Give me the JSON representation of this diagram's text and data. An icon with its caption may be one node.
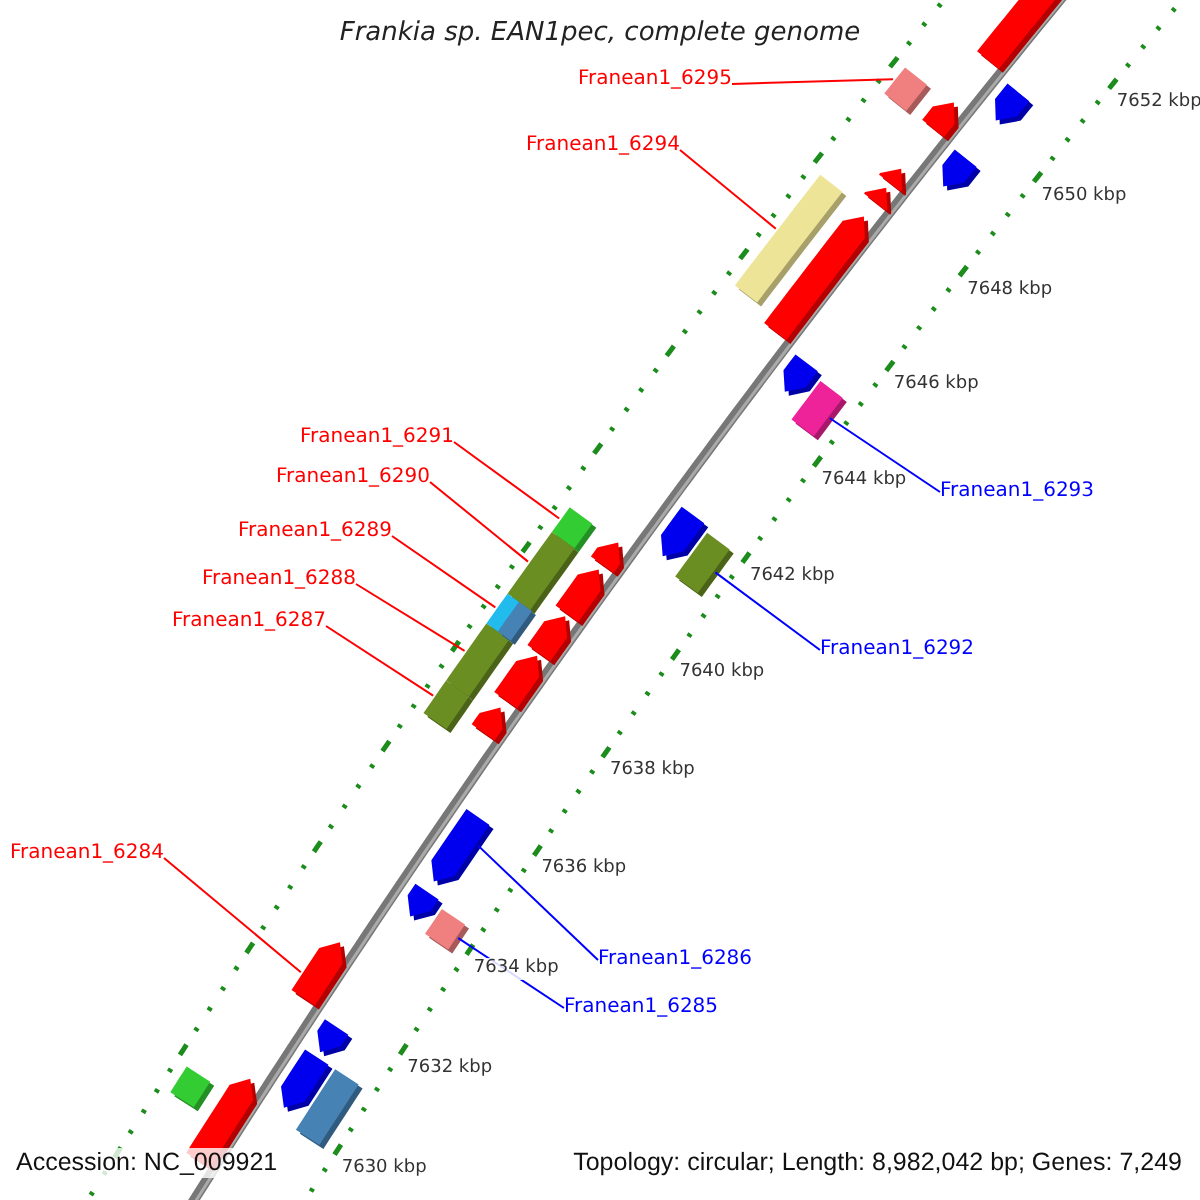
{
  "diagram": {
    "title": "Frankia sp. EAN1pec, complete genome",
    "nodes": [
      {
        "text": [
          "Franean1_6295"
        ]
      },
      {
        "text": [
          "Franean1_6294"
        ]
      },
      {
        "text": [
          "Franean1_6291"
        ]
      },
      {
        "text": [
          "Franean1_6290"
        ]
      },
      {
        "text": [
          "Franean1_6293"
        ]
      },
      {
        "text": [
          "Franean1_6289"
        ]
      },
      {
        "text": [
          "Franean1_6288"
        ]
      },
      {
        "text": [
          "Franean1_6287"
        ]
      },
      {
        "text": [
          "Franean1_6292"
        ]
      },
      {
        "text": [
          "Franean1_6284"
        ]
      },
      {
        "text": [
          "Franean1_6286"
        ]
      },
      {
        "text": [
          "Franean1_6285"
        ]
      },
      {
        "text": [],
        "shape": "box"
      },
      {
        "text": [],
        "shape": "box"
      },
      {
        "text": [],
        "shape": "box"
      },
      {
        "text": [],
        "shape": "box"
      },
      {
        "text": [],
        "shape": "box"
      },
      {
        "text": [],
        "shape": "box"
      },
      {
        "text": [],
        "shape": "box"
      },
      {
        "text": [],
        "shape": "box"
      },
      {
        "text": [],
        "shape": "box"
      },
      {
        "text": [],
        "shape": "arrow"
      },
      {
        "text": [],
        "shape": "arrow"
      },
      {
        "text": [],
        "shape": "box"
      },
      {
        "text": [],
        "shape": "arrow"
      },
      {
        "text": [],
        "shape": "arrow"
      },
      {
        "text": [],
        "shape": "arrow"
      },
      {
        "text": [],
        "shape": "arrow"
      },
      {
        "text": [],
        "shape": "arrow"
      },
      {
        "text": [],
        "shape": "arrow"
      },
      {
        "text": [],
        "shape": "arrow"
      },
      {
        "text": [],
        "shape": "arrow"
      },
      {
        "text": [],
        "shape": "arrow"
      },
      {
        "text": [],
        "shape": "box"
      },
      {
        "text": [],
        "shape": "arrow"
      },
      {
        "text": [],
        "shape": "arrow"
      },
      {
        "text": [],
        "shape": "arrow"
      },
      {
        "text": [],
        "shape": "arrow"
      },
      {
        "text": [],
        "shape": "arrow"
      },
      {
        "text": [],
        "shape": "arrow"
      },
      {
        "text": [],
        "shape": "arrow"
      },
      {
        "text": [],
        "shape": "arrow"
      },
      {
        "text": [],
        "shape": "box"
      },
      {
        "text": [],
        "shape": "arrow"
      },
      {
        "text": [],
        "shape": "box"
      }
    ],
    "edges": [
      {
        "from": 0,
        "to": 12,
        "arrow": "none"
      },
      {
        "from": 1,
        "to": 13,
        "arrow": "none"
      },
      {
        "from": 2,
        "to": 14,
        "arrow": "none"
      },
      {
        "from": 3,
        "to": 15,
        "arrow": "none"
      },
      {
        "from": 4,
        "to": 19,
        "arrow": "none",
        "color": "#0000ff"
      },
      {
        "from": 5,
        "to": 16,
        "arrow": "none"
      },
      {
        "from": 6,
        "to": 17,
        "arrow": "none"
      },
      {
        "from": 7,
        "to": 18,
        "arrow": "none"
      },
      {
        "from": 8,
        "to": 20,
        "arrow": "none",
        "color": "#0000ff"
      },
      {
        "from": 9,
        "to": 21,
        "arrow": "none"
      },
      {
        "from": 10,
        "to": 22,
        "arrow": "none",
        "color": "#0000ff"
      },
      {
        "from": 11,
        "to": 23,
        "arrow": "none",
        "color": "#0000ff"
      }
    ],
    "labels": [
      "7652 kbp",
      "7650 kbp",
      "7648 kbp",
      "7646 kbp",
      "7644 kbp",
      "7642 kbp",
      "7640 kbp",
      "7638 kbp",
      "7636 kbp",
      "7634 kbp",
      "7632 kbp",
      "7630 kbp",
      "Accession: NC_009921",
      "Topology: circular; Length: 8,982,042 bp; Genes: 7,249"
    ]
  }
}
